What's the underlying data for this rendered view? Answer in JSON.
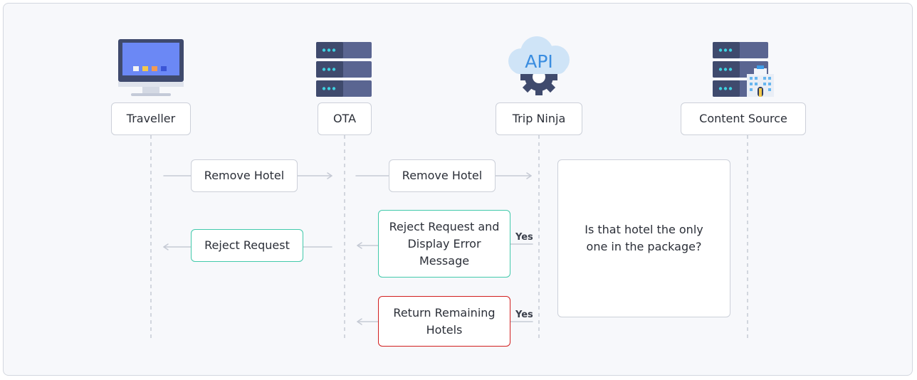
{
  "actors": [
    {
      "label": "Traveller",
      "icon": "computer-monitor-icon"
    },
    {
      "label": "OTA",
      "icon": "server-rack-icon"
    },
    {
      "label": "Trip Ninja",
      "icon": "api-cloud-gear-icon",
      "icon_text": "API"
    },
    {
      "label": "Content Source",
      "icon": "server-hotel-icon"
    }
  ],
  "messages": {
    "traveller_to_ota": "Remove Hotel",
    "ota_to_tripninja": "Remove Hotel",
    "reject_to_ota": "Reject Request and Display Error Message",
    "reject_to_traveller": "Reject Request",
    "return_remaining": "Return Remaining Hotels"
  },
  "decision": {
    "question": "Is that hotel the only one in the package?",
    "yes_label_1": "Yes",
    "yes_label_2": "Yes"
  },
  "colors": {
    "green_border": "#42c9ab",
    "red_border": "#d21f1f",
    "line": "#c5cad4",
    "server_dark": "#3f4a6d",
    "server_light": "#5a6591",
    "led": "#3fd1e0"
  }
}
